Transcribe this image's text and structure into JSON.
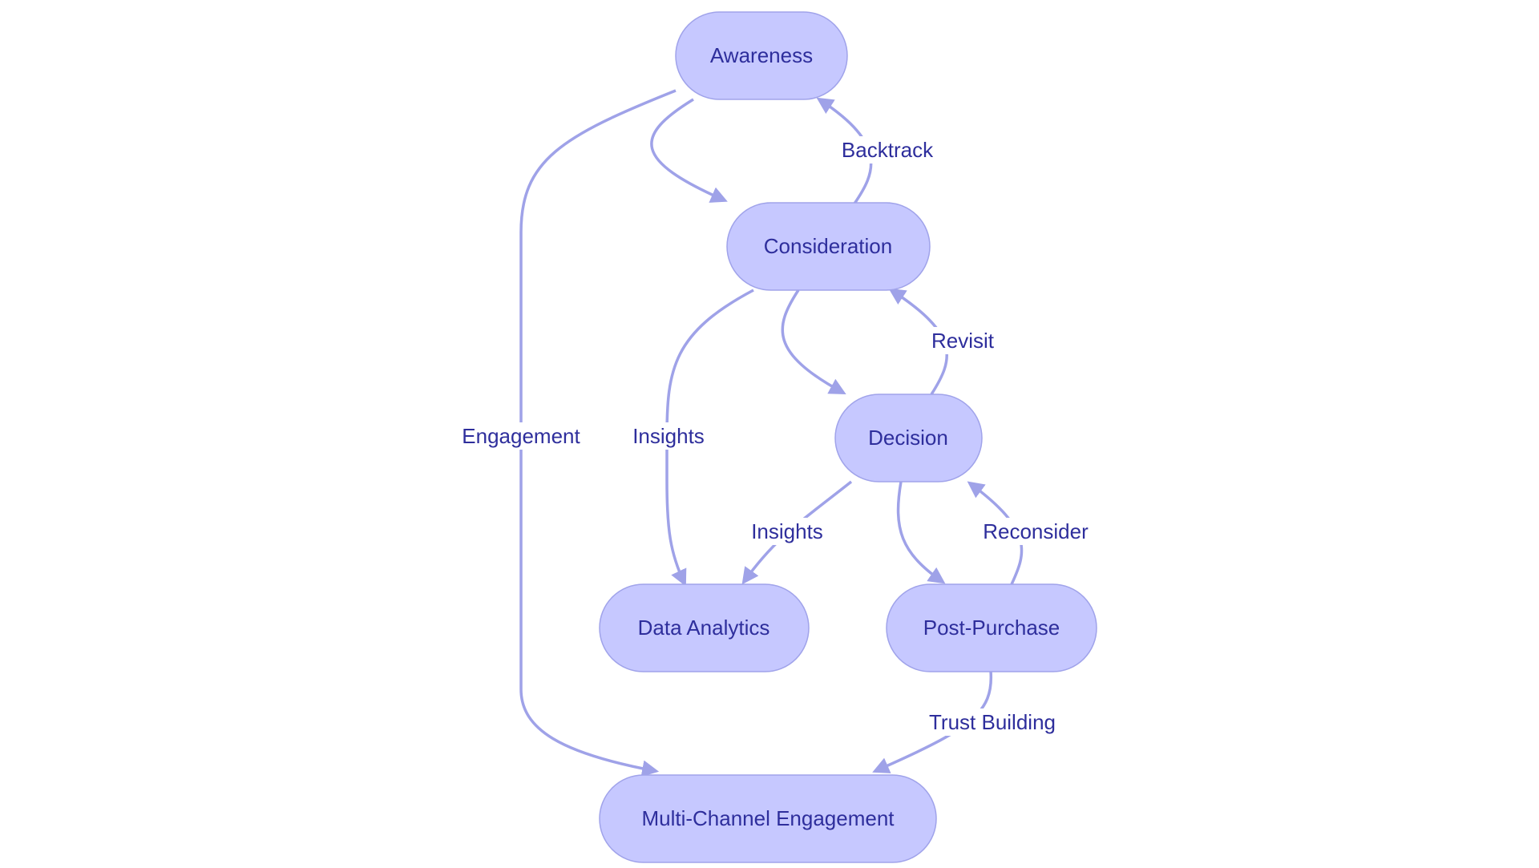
{
  "colors": {
    "node_fill": "#c6c8ff",
    "node_stroke": "#a0a3ea",
    "edge": "#9fa2e8",
    "text": "#2e2e9c",
    "background": "#ffffff"
  },
  "nodes": {
    "awareness": "Awareness",
    "consideration": "Consideration",
    "decision": "Decision",
    "data_analytics": "Data Analytics",
    "post_purchase": "Post-Purchase",
    "multi_channel": "Multi-Channel Engagement"
  },
  "edges": [
    {
      "from": "Awareness",
      "to": "Consideration",
      "label": ""
    },
    {
      "from": "Consideration",
      "to": "Awareness",
      "label": "Backtrack"
    },
    {
      "from": "Consideration",
      "to": "Decision",
      "label": ""
    },
    {
      "from": "Decision",
      "to": "Consideration",
      "label": "Revisit"
    },
    {
      "from": "Consideration",
      "to": "Data Analytics",
      "label": "Insights"
    },
    {
      "from": "Decision",
      "to": "Data Analytics",
      "label": "Insights"
    },
    {
      "from": "Decision",
      "to": "Post-Purchase",
      "label": ""
    },
    {
      "from": "Post-Purchase",
      "to": "Decision",
      "label": "Reconsider"
    },
    {
      "from": "Awareness",
      "to": "Multi-Channel Engagement",
      "label": "Engagement"
    },
    {
      "from": "Post-Purchase",
      "to": "Multi-Channel Engagement",
      "label": "Trust Building"
    }
  ]
}
